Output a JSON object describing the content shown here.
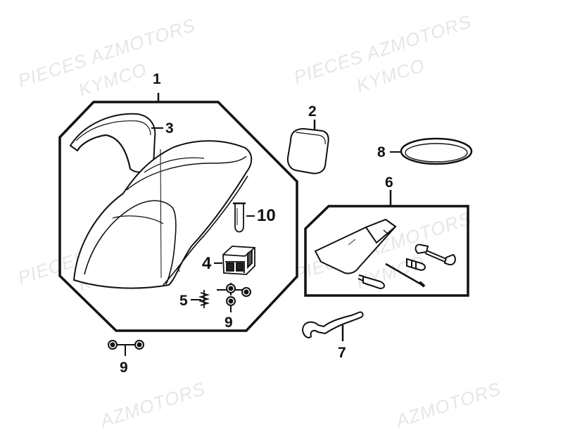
{
  "watermarks": [
    "PIECES AZMOTORS",
    "KYMCO",
    "PIECES AZMOTORS",
    "KYMCO",
    "PIECES AZMOTORS",
    "KYMCO",
    "PIECES AZMOTORS",
    "KYMCO",
    "AZMOTORS",
    "AZMOTORS"
  ],
  "callouts": {
    "c1": "1",
    "c2": "2",
    "c3": "3",
    "c4": "4",
    "c5": "5",
    "c6": "6",
    "c7": "7",
    "c8": "8",
    "c9a": "9",
    "c9b": "9",
    "c10": "10"
  }
}
